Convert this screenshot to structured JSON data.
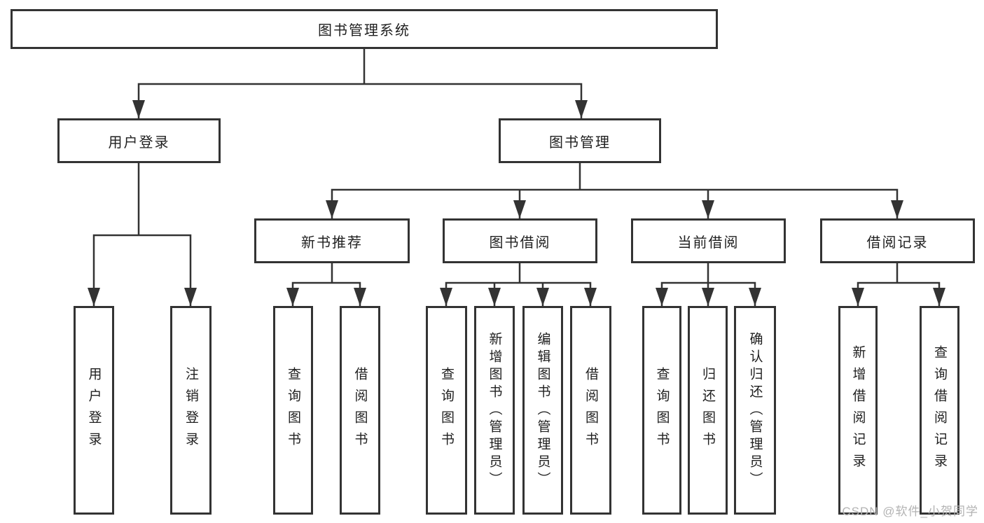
{
  "colors": {
    "line": "#333333",
    "box_border": "#333333",
    "box_fill": "#ffffff",
    "text": "#1f1f1f",
    "watermark": "#b3b3b3",
    "background": "#ffffff"
  },
  "tree": {
    "root_label": "图书管理系统",
    "branches": [
      {
        "label": "用户登录",
        "children": [
          {
            "label": "用户登录"
          },
          {
            "label": "注销登录"
          }
        ]
      },
      {
        "label": "图书管理",
        "children": [
          {
            "label": "新书推荐",
            "children": [
              {
                "label": "查询图书"
              },
              {
                "label": "借阅图书"
              }
            ]
          },
          {
            "label": "图书借阅",
            "children": [
              {
                "label": "查询图书"
              },
              {
                "label": "新增图书（管理员）"
              },
              {
                "label": "编辑图书（管理员）"
              },
              {
                "label": "借阅图书"
              }
            ]
          },
          {
            "label": "当前借阅",
            "children": [
              {
                "label": "查询图书"
              },
              {
                "label": "归还图书"
              },
              {
                "label": "确认归还（管理员）"
              }
            ]
          },
          {
            "label": "借阅记录",
            "children": [
              {
                "label": "新增借阅记录"
              },
              {
                "label": "查询借阅记录"
              }
            ]
          }
        ]
      }
    ]
  },
  "watermark": {
    "text": "CSDN @软件_小贺同学"
  }
}
